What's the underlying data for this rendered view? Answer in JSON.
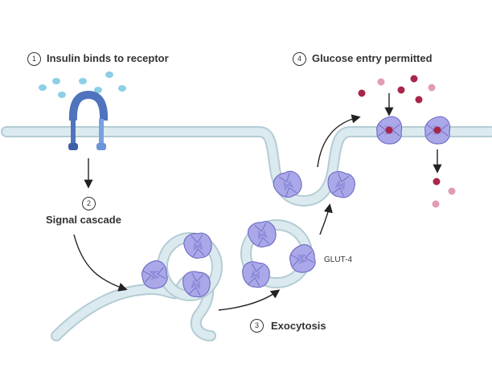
{
  "steps": [
    {
      "number": "1",
      "label": "Insulin binds to receptor"
    },
    {
      "number": "2",
      "label": "Signal cascade"
    },
    {
      "number": "3",
      "label": "Exocytosis"
    },
    {
      "number": "4",
      "label": "Glucose entry permitted"
    }
  ],
  "transporter_label": "GLUT-4",
  "colors": {
    "membrane": "#d4e6ec",
    "membrane_edge": "#b4ccd4",
    "glut4": "#a8a6e6",
    "glut4_edge": "#6c69c4",
    "receptor": "#5b82c8",
    "insulin": "#8ccfe6",
    "glucose_dark": "#a8264a",
    "glucose_light": "#e29bb6"
  }
}
